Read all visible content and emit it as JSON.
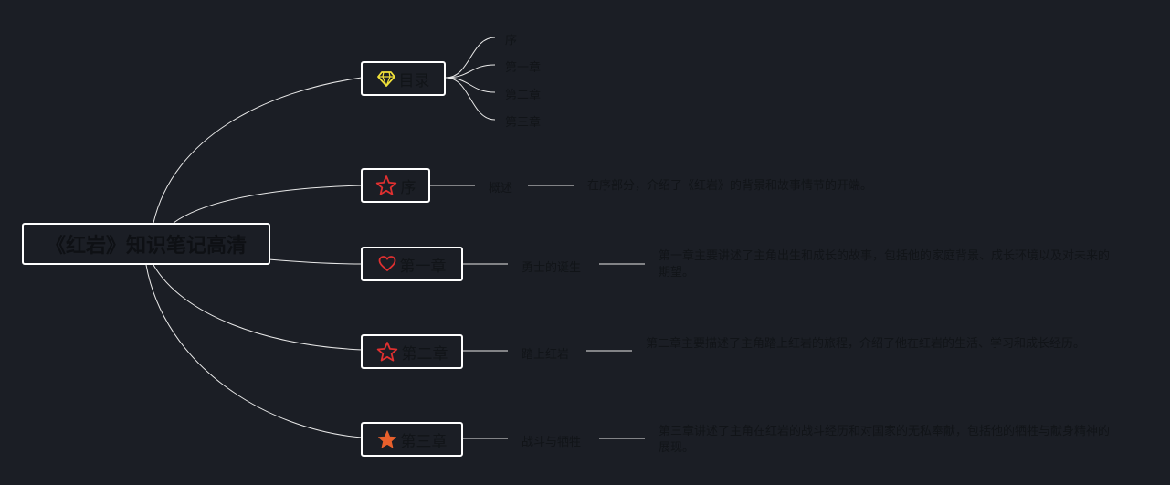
{
  "root": {
    "title": "《红岩》知识笔记高清"
  },
  "branches": [
    {
      "id": "catalog",
      "title": "目录",
      "icon": "diamond-icon",
      "icon_color": "#f2e23a"
    },
    {
      "id": "preface",
      "title": "序",
      "icon": "star-outline-icon",
      "icon_color": "#e03030",
      "summary": "概述",
      "detail": "在序部分，介绍了《红岩》的背景和故事情节的开端。"
    },
    {
      "id": "ch1",
      "title": "第一章",
      "icon": "heart-outline-icon",
      "icon_color": "#e03030",
      "summary": "勇士的诞生",
      "detail": "第一章主要讲述了主角出生和成长的故事，包括他的家庭背景、成长环境以及对未来的期望。"
    },
    {
      "id": "ch2",
      "title": "第二章",
      "icon": "star-outline-icon",
      "icon_color": "#e03030",
      "summary": "踏上红岩",
      "detail": "第二章主要描述了主角踏上红岩的旅程，介绍了他在红岩的生活、学习和成长经历。"
    },
    {
      "id": "ch3",
      "title": "第三章",
      "icon": "star-filled-icon",
      "icon_color": "#e8602c",
      "summary": "战斗与牺牲",
      "detail": "第三章讲述了主角在红岩的战斗经历和对国家的无私奉献，包括他的牺牲与献身精神的展现。"
    }
  ],
  "catalog_items": [
    "序",
    "第一章",
    "第二章",
    "第三章"
  ],
  "colors": {
    "background": "#1b1e25",
    "line": "#e8e8e8",
    "node_border": "#ffffff",
    "text": "#111418"
  }
}
